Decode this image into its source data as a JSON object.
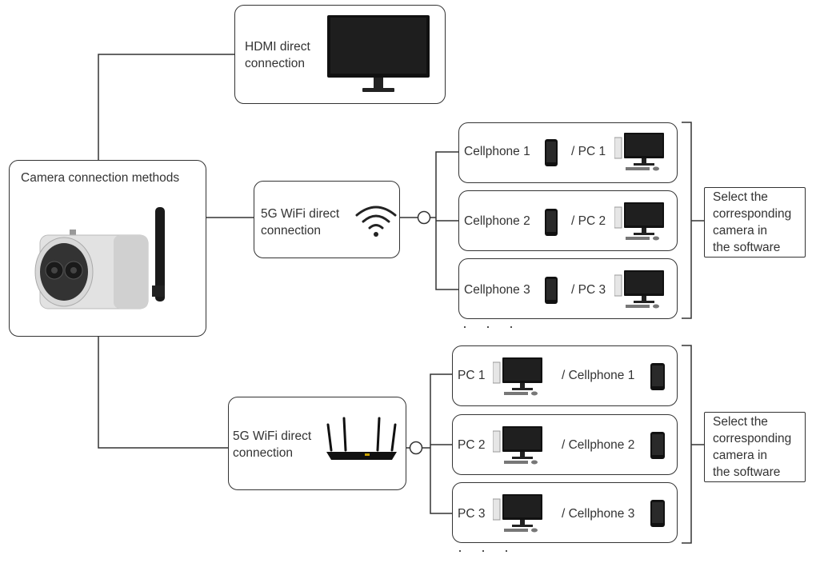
{
  "camera_box": {
    "title": "Camera connection methods"
  },
  "hdmi_box": {
    "label_line1": "HDMI direct",
    "label_line2": "connection"
  },
  "wifi_box": {
    "label_line1": "5G WiFi direct",
    "label_line2": "connection"
  },
  "router_box": {
    "label_line1": "5G WiFi direct",
    "label_line2": "connection"
  },
  "upper_group": {
    "rows": [
      {
        "left": "Cellphone 1",
        "right": "/ PC 1"
      },
      {
        "left": "Cellphone 2",
        "right": "/ PC 2"
      },
      {
        "left": "Cellphone 3",
        "right": "/ PC 3"
      }
    ],
    "more": "· · ·",
    "note": [
      "Select the",
      "corresponding",
      "camera in",
      "the software"
    ]
  },
  "lower_group": {
    "rows": [
      {
        "left": "PC 1",
        "right": "/ Cellphone 1"
      },
      {
        "left": "PC 2",
        "right": "/ Cellphone 2"
      },
      {
        "left": "PC 3",
        "right": "/ Cellphone 3"
      }
    ],
    "more": "· · ·",
    "note": [
      "Select the",
      "corresponding",
      "camera in",
      "the software"
    ]
  },
  "icons": [
    "monitor-icon",
    "wifi-icon",
    "router-icon",
    "camera-device-icon",
    "cellphone-icon",
    "desktop-pc-icon"
  ]
}
